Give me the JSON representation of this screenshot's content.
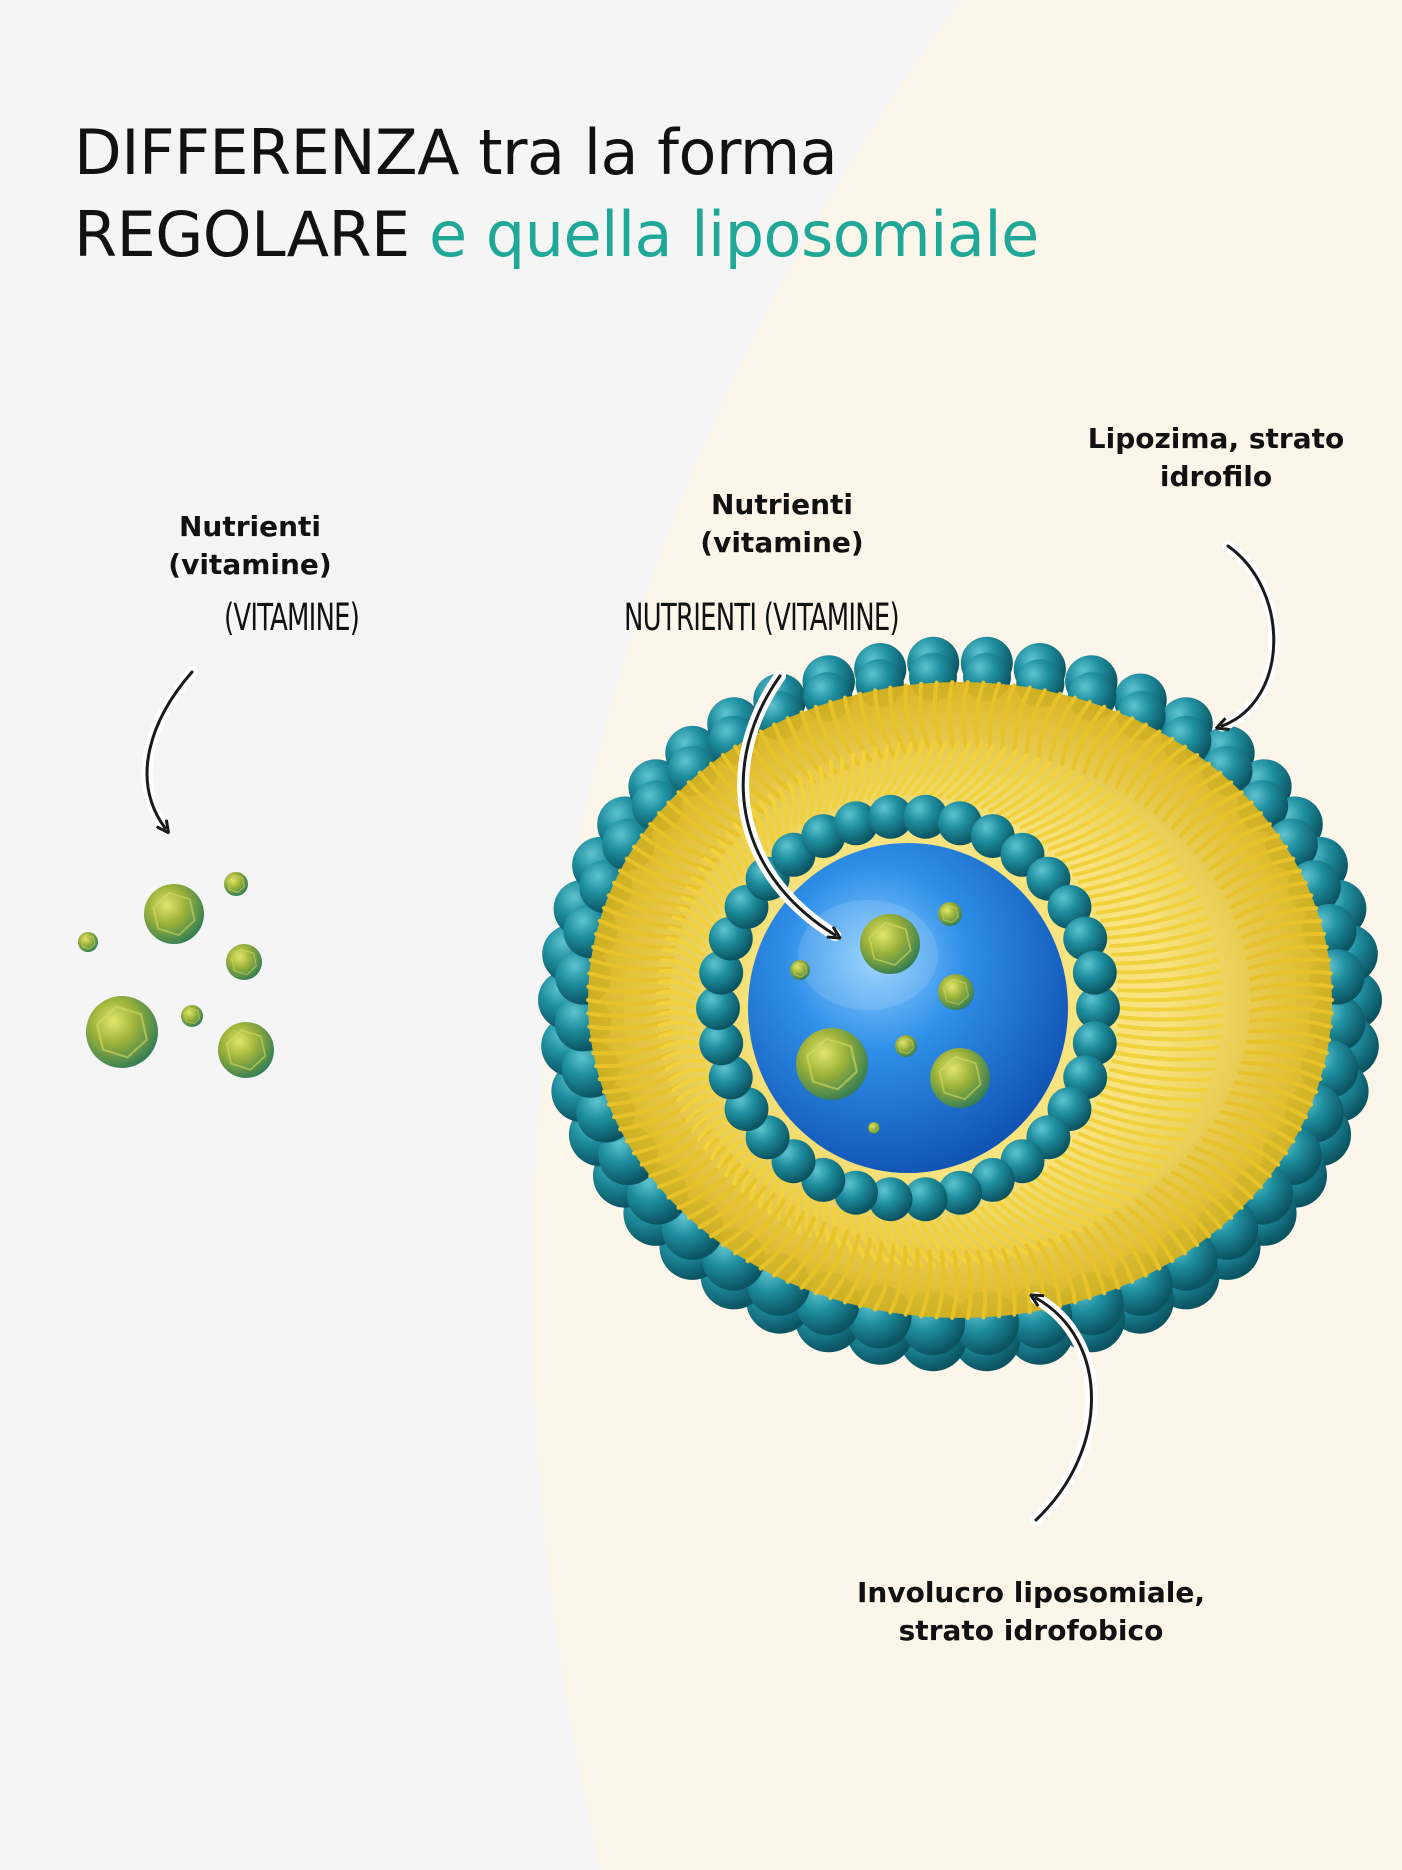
{
  "title": {
    "line1": "DIFFERENZA tra la forma",
    "line2_regular": "REGOLARE",
    "line2_accent": "e quella liposomiale"
  },
  "labels": {
    "left_nutrients": {
      "line1": "Nutrienti",
      "line2": "(vitamine)"
    },
    "left_handwritten": "(VITAMINE)",
    "center_nutrients": {
      "line1": "Nutrienti",
      "line2": "(vitamine)"
    },
    "center_handwritten": "NUTRIENTI (VITAMINE)",
    "hydrophilic": {
      "line1": "Lipozima, strato",
      "line2": "idrofilo"
    },
    "hydrophobic": {
      "line1": "Involucro liposomiale,",
      "line2": "strato idrofobico"
    }
  },
  "colors": {
    "accent": "#1fa898",
    "teal_head": "#1f8fa0",
    "lipid_tail": "#e8c22a",
    "core_blue": "#2a85e0",
    "nutrient_green": "#9bb13a",
    "background": "#f5f5f5",
    "cream": "#fbf6e9"
  }
}
